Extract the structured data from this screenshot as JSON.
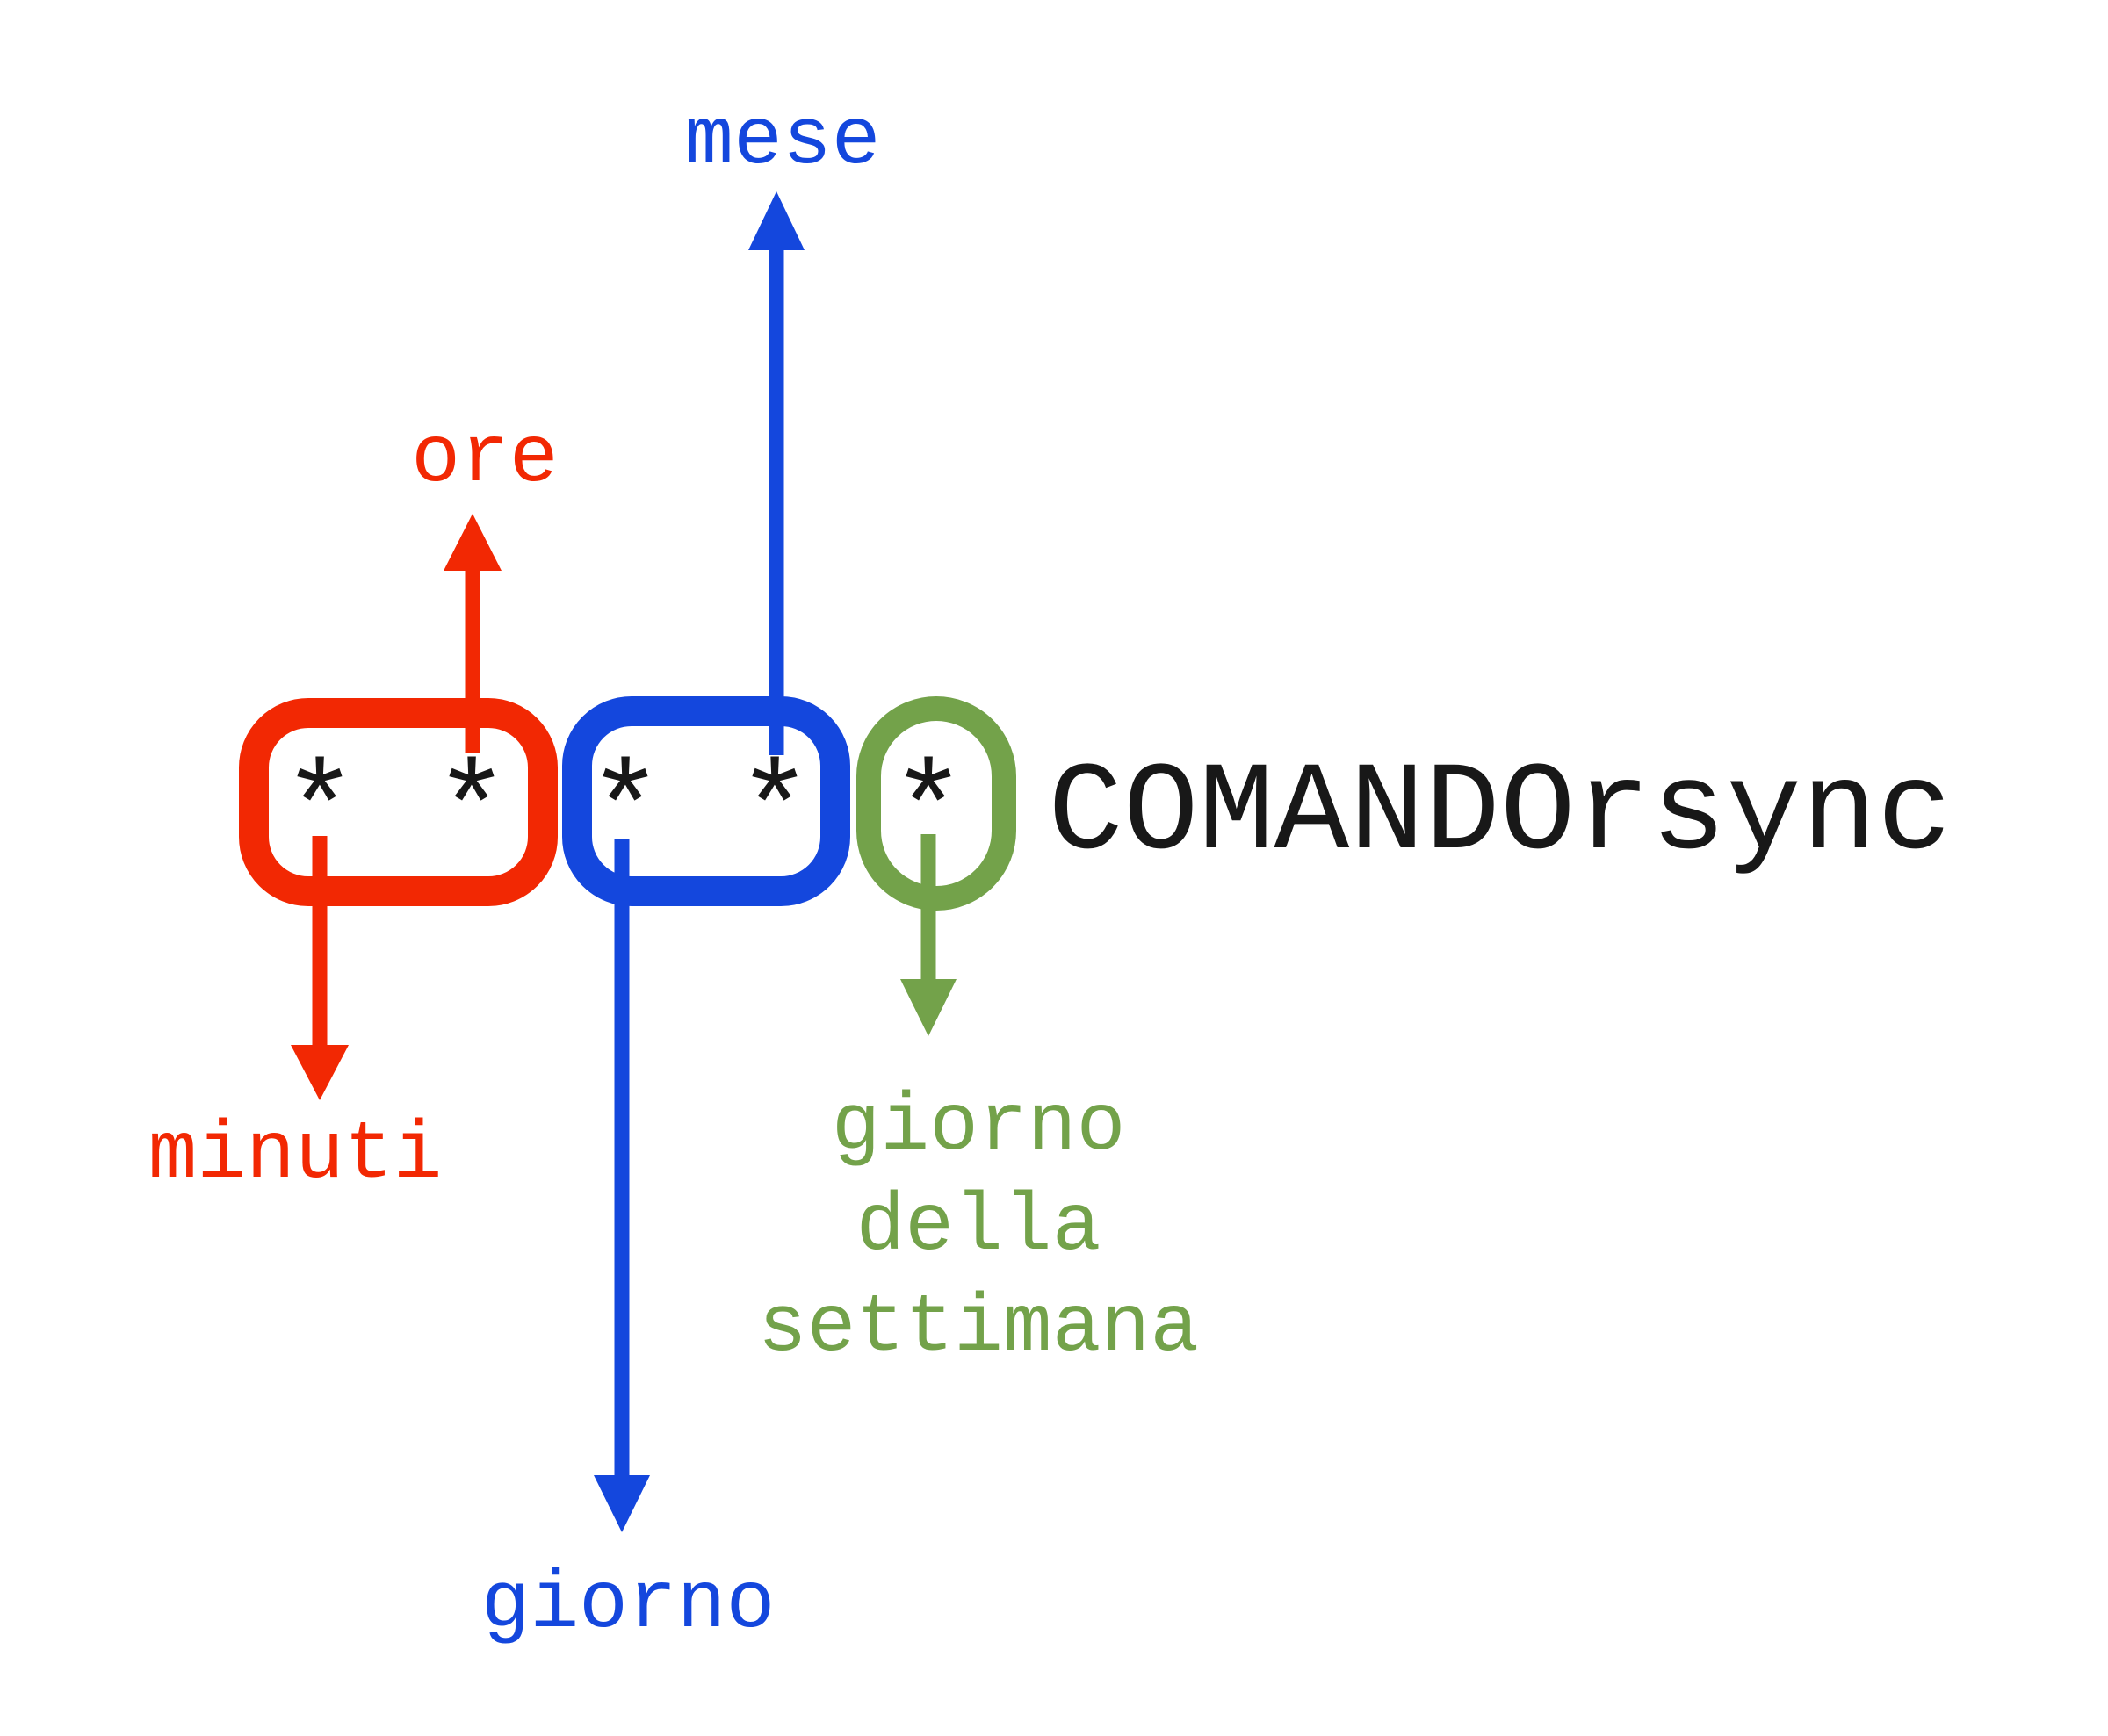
{
  "colors": {
    "red": "#f22803",
    "blue": "#1447dd",
    "green": "#73a24a",
    "black": "#181818",
    "background": "#ffffff"
  },
  "crontab": {
    "fields": [
      {
        "name": "minuti",
        "value": "*"
      },
      {
        "name": "ore",
        "value": "*"
      },
      {
        "name": "giorno",
        "value": "*"
      },
      {
        "name": "mese",
        "value": "*"
      },
      {
        "name": "giorno della settimana",
        "value": "*"
      }
    ],
    "command": "COMANDOrsync"
  },
  "labels": {
    "mese": "mese",
    "ore": "ore",
    "minuti": "minuti",
    "giorno": "giorno",
    "giorno_della_settimana": [
      "giorno",
      "della",
      "settimana"
    ]
  }
}
